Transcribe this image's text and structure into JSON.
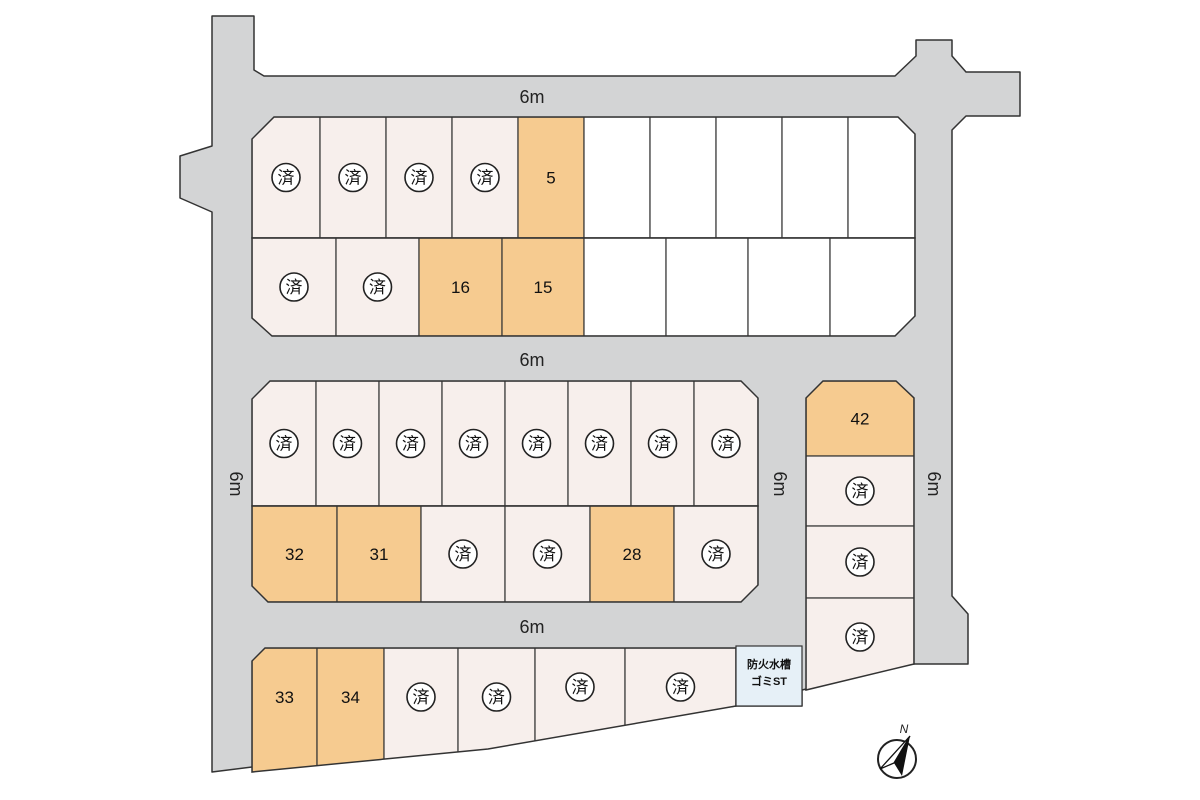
{
  "colors": {
    "road": "#d3d4d5",
    "sold_lot": "#f7efec",
    "available_lot": "#f6cb90",
    "undeveloped_lot": "#ffffff",
    "facility": "#e6f0f7",
    "line": "#333333"
  },
  "sold_label": "済",
  "road_labels": [
    "6m",
    "6m",
    "6m",
    "6m",
    "6m",
    "6m"
  ],
  "lots": {
    "r1a": [
      {
        "status": "sold"
      },
      {
        "status": "sold"
      },
      {
        "status": "sold"
      },
      {
        "status": "sold"
      },
      {
        "status": "available",
        "number": "5"
      },
      {
        "status": "blank"
      },
      {
        "status": "blank"
      },
      {
        "status": "blank"
      },
      {
        "status": "blank"
      },
      {
        "status": "blank"
      }
    ],
    "r1b": [
      {
        "status": "sold"
      },
      {
        "status": "sold"
      },
      {
        "status": "available",
        "number": "16"
      },
      {
        "status": "available",
        "number": "15"
      },
      {
        "status": "blank"
      },
      {
        "status": "blank"
      },
      {
        "status": "blank"
      },
      {
        "status": "blank"
      }
    ],
    "r2a": [
      {
        "status": "sold"
      },
      {
        "status": "sold"
      },
      {
        "status": "sold"
      },
      {
        "status": "sold"
      },
      {
        "status": "sold"
      },
      {
        "status": "sold"
      },
      {
        "status": "sold"
      },
      {
        "status": "sold"
      }
    ],
    "r2b": [
      {
        "status": "available",
        "number": "32"
      },
      {
        "status": "available",
        "number": "31"
      },
      {
        "status": "sold"
      },
      {
        "status": "sold"
      },
      {
        "status": "available",
        "number": "28"
      },
      {
        "status": "sold"
      }
    ],
    "r3": [
      {
        "status": "available",
        "number": "42"
      },
      {
        "status": "sold"
      },
      {
        "status": "sold"
      },
      {
        "status": "sold"
      }
    ],
    "r4": [
      {
        "status": "available",
        "number": "33"
      },
      {
        "status": "available",
        "number": "34"
      },
      {
        "status": "sold"
      },
      {
        "status": "sold"
      },
      {
        "status": "sold"
      },
      {
        "status": "sold"
      }
    ]
  },
  "facility_lines": [
    "防火水槽",
    "ゴミST"
  ],
  "north_label": "N"
}
